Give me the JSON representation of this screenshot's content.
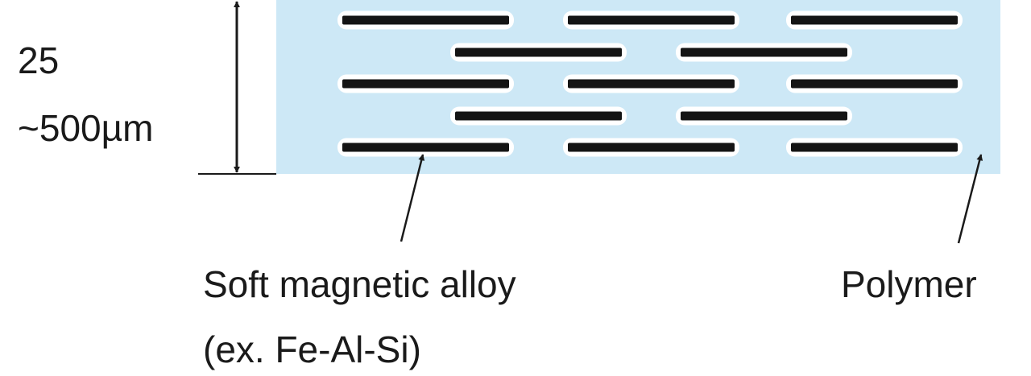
{
  "thickness": {
    "line1": "25",
    "line2": "~500µm"
  },
  "alloy": {
    "line1": "Soft magnetic alloy",
    "line2": "(ex. Fe-Al-Si)"
  },
  "polymer": {
    "label": "Polymer"
  },
  "colors": {
    "polymer_fill": "#cde8f6",
    "flake": "#141414",
    "flake_halo": "#ffffff",
    "line": "#1a1a1a",
    "text": "#1a1a1a"
  }
}
